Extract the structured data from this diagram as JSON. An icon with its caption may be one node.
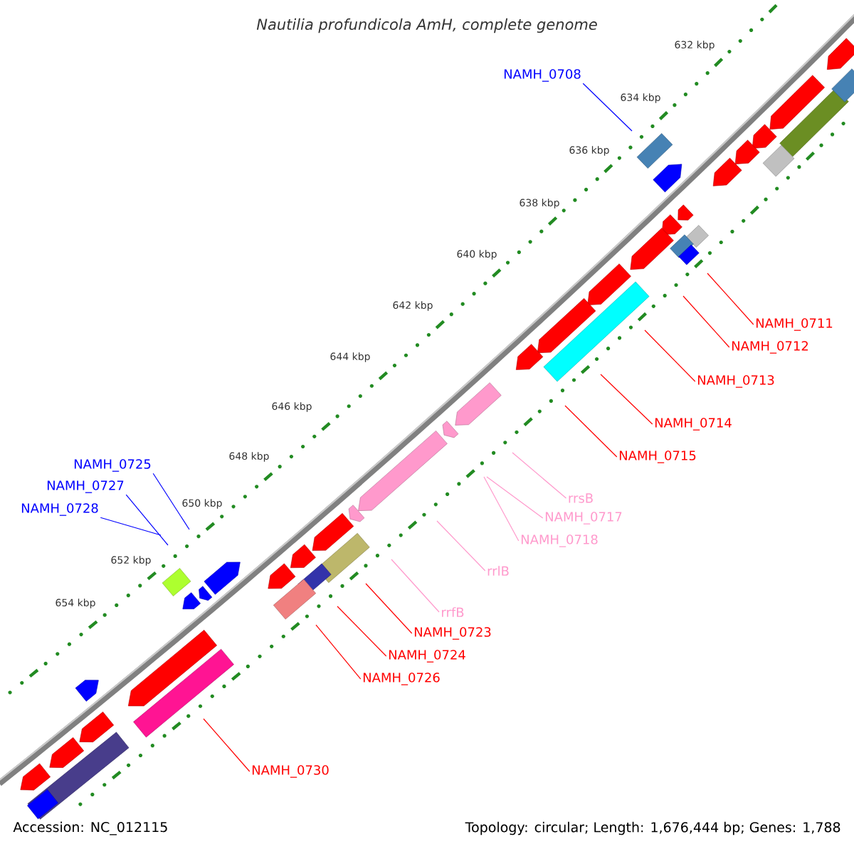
{
  "diagram": {
    "title": "Nautilia profundicola AmH, complete genome",
    "nodes": [
      {
        "text": [
          "NAMH_0708"
        ]
      },
      {
        "text": [
          "NAMH_0711"
        ]
      },
      {
        "text": [
          "NAMH_0712"
        ]
      },
      {
        "text": [
          "NAMH_0713"
        ]
      },
      {
        "text": [
          "NAMH_0714"
        ]
      },
      {
        "text": [
          "NAMH_0715"
        ]
      },
      {
        "text": [
          "NAMH_0725"
        ]
      },
      {
        "text": [
          "NAMH_0727"
        ]
      },
      {
        "text": [
          "rrsB"
        ]
      },
      {
        "text": [
          "NAMH_0728"
        ]
      },
      {
        "text": [
          "NAMH_0717"
        ]
      },
      {
        "text": [
          "NAMH_0718"
        ]
      },
      {
        "text": [
          "rrlB"
        ]
      },
      {
        "text": [
          "rrfB"
        ]
      },
      {
        "text": [
          "NAMH_0723"
        ]
      },
      {
        "text": [
          "NAMH_0724"
        ]
      },
      {
        "text": [
          "NAMH_0726"
        ]
      },
      {
        "text": [
          "NAMH_0730"
        ]
      }
    ],
    "edges": [
      {
        "from": 0,
        "to": null,
        "arrow": "none",
        "color": "#0000ff"
      },
      {
        "from": 1,
        "to": null,
        "arrow": "none"
      },
      {
        "from": 2,
        "to": null,
        "arrow": "none"
      },
      {
        "from": 3,
        "to": null,
        "arrow": "none"
      },
      {
        "from": 4,
        "to": null,
        "arrow": "none"
      },
      {
        "from": 5,
        "to": null,
        "arrow": "none"
      },
      {
        "from": 6,
        "to": null,
        "arrow": "none",
        "color": "#0000ff"
      },
      {
        "from": 7,
        "to": null,
        "arrow": "none",
        "color": "#0000ff"
      },
      {
        "from": 8,
        "to": null,
        "arrow": "none",
        "color": "#ff99cc"
      },
      {
        "from": 9,
        "to": null,
        "arrow": "none",
        "color": "#0000ff"
      },
      {
        "from": 10,
        "to": null,
        "arrow": "none",
        "color": "#ff99cc"
      },
      {
        "from": 11,
        "to": null,
        "arrow": "none",
        "color": "#ff99cc"
      },
      {
        "from": 12,
        "to": null,
        "arrow": "none",
        "color": "#ff99cc"
      },
      {
        "from": 13,
        "to": null,
        "arrow": "none",
        "color": "#ff99cc"
      },
      {
        "from": 14,
        "to": null,
        "arrow": "none"
      },
      {
        "from": 15,
        "to": null,
        "arrow": "none"
      },
      {
        "from": 16,
        "to": null,
        "arrow": "none"
      },
      {
        "from": 17,
        "to": null,
        "arrow": "none"
      }
    ],
    "labels": [
      "632 kbp",
      "634 kbp",
      "636 kbp",
      "638 kbp",
      "640 kbp",
      "642 kbp",
      "644 kbp",
      "646 kbp",
      "648 kbp",
      "650 kbp",
      "652 kbp",
      "654 kbp",
      "Accession: NC_012115",
      "Topology: circular; Length: 1,676,444 bp; Genes: 1,788"
    ]
  }
}
